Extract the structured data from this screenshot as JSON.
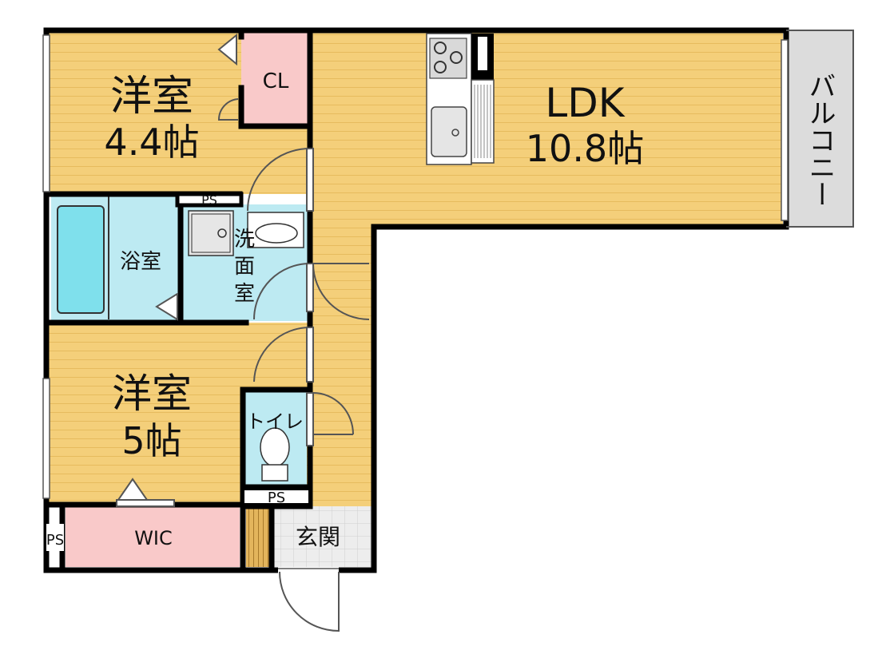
{
  "rooms": {
    "western_room_1": {
      "name": "洋室",
      "size": "4.4帖"
    },
    "closet": {
      "name": "CL"
    },
    "ldk": {
      "name": "LDK",
      "size": "10.8帖"
    },
    "balcony": {
      "name": "バルコニー"
    },
    "bath": {
      "name": "浴室"
    },
    "washroom": {
      "name": "洗面室",
      "chars": [
        "洗",
        "面",
        "室"
      ]
    },
    "ps_top": {
      "name": "PS"
    },
    "western_room_2": {
      "name": "洋室",
      "size": "5帖"
    },
    "toilet": {
      "name": "トイレ"
    },
    "ps_toilet": {
      "name": "PS"
    },
    "walk_in_closet": {
      "name": "WIC"
    },
    "ps_left": {
      "name": "PS"
    },
    "entrance": {
      "name": "玄関"
    }
  },
  "colors": {
    "wood_floor": "#f4cf7a",
    "wood_stripe": "#e9bf62",
    "wet_area": "#bdeaf2",
    "bathtub": "#7fe0ec",
    "closet": "#f9c9c9",
    "balcony": "#dcdcdc",
    "entrance_tile": "#e8e8e8",
    "wall": "#000000"
  }
}
